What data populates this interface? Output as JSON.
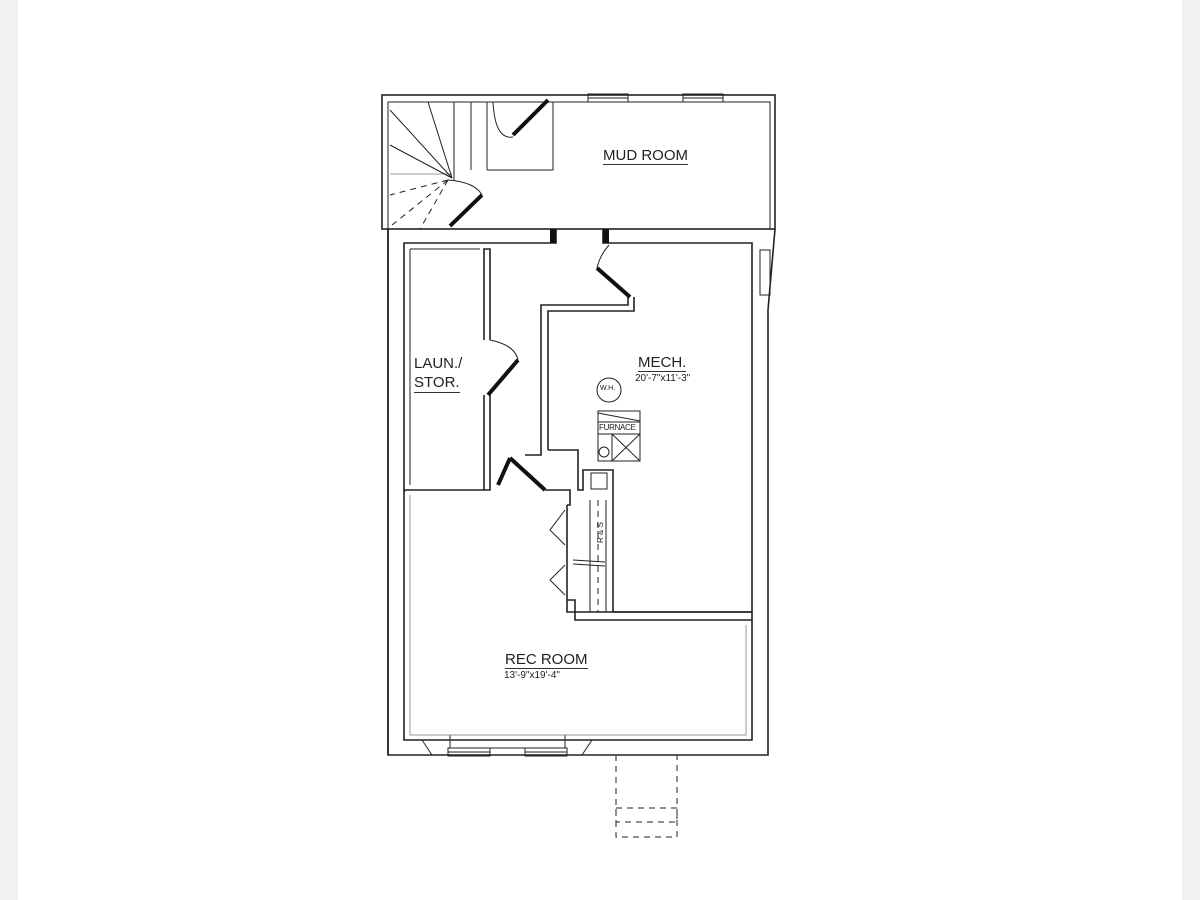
{
  "rooms": {
    "mud_room": {
      "name": "MUD ROOM"
    },
    "laundry": {
      "name_line1": "LAUN./",
      "name_line2": "STOR."
    },
    "mech": {
      "name": "MECH.",
      "dims": "20'-7\"x11'-3\""
    },
    "rec_room": {
      "name": "REC ROOM",
      "dims": "13'-9\"x19'-4\""
    }
  },
  "fixtures": {
    "water_heater": "W.H.",
    "furnace": "FURNACE",
    "rod_shelf": "R & S"
  }
}
